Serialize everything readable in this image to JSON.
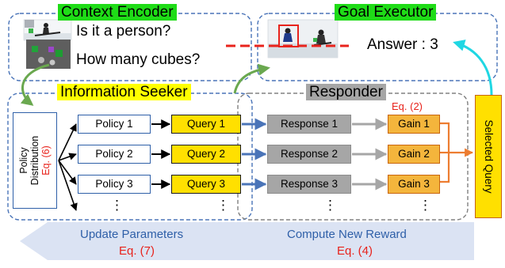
{
  "colors": {
    "title_green": "#1fdc17",
    "title_yellow": "#ffff00",
    "title_gray": "#a6a6a6",
    "dash_blue": "#4a74b8",
    "red": "#e8231c",
    "query_yellow": "#ffe000",
    "gain_orange": "#f4b53c",
    "banner_blue": "#dbe3f3",
    "arrow_green": "#6aa84f",
    "arrow_cyan": "#20d7e3"
  },
  "context_encoder": {
    "title": "Context Encoder",
    "question_1": "Is it a person?",
    "question_2": "How many cubes?"
  },
  "goal_executor": {
    "title": "Goal Executor",
    "answer": "Answer : 3"
  },
  "information_seeker": {
    "title": "Information Seeker",
    "distribution_line1": "Policy",
    "distribution_line2": "Distribution",
    "distribution_eq": "Eq. (6)",
    "policies": [
      "Policy 1",
      "Policy 2",
      "Policy 3"
    ],
    "queries": [
      "Query 1",
      "Query 2",
      "Query 3"
    ],
    "ellipsis": "⋮"
  },
  "responder": {
    "title": "Responder",
    "gain_eq": "Eq. (2)",
    "responses": [
      "Response 1",
      "Response 2",
      "Response 3"
    ],
    "gains": [
      "Gain 1",
      "Gain 2",
      "Gain 3"
    ],
    "ellipsis": "⋮"
  },
  "selected_query": "Selected Query",
  "update_banner": {
    "label": "Update Parameters",
    "eq": "Eq. (7)"
  },
  "reward_banner": {
    "label": "Compute New Reward",
    "eq": "Eq. (4)"
  }
}
